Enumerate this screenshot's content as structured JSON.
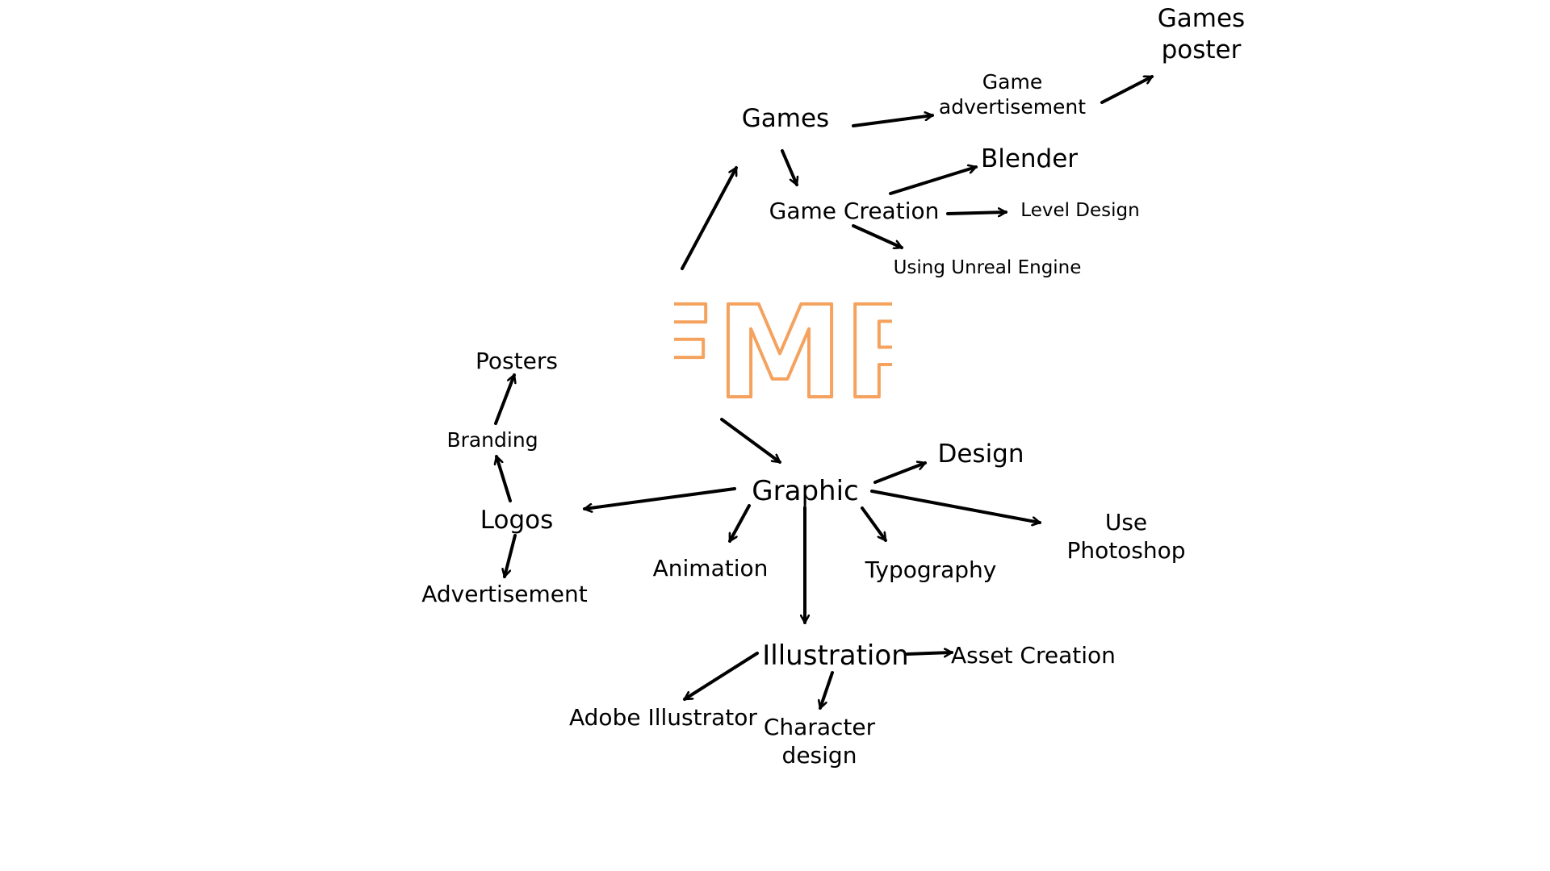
{
  "title": "FMP",
  "accent_color": "#F4A25E",
  "nodes": {
    "games": "Games",
    "game_advertisement": [
      "Game",
      "advertisement"
    ],
    "games_poster": [
      "Games",
      "poster"
    ],
    "blender": "Blender",
    "game_creation": "Game Creation",
    "level_design": "Level Design",
    "unreal_engine": "Using Unreal Engine",
    "posters": "Posters",
    "branding": "Branding",
    "logos": "Logos",
    "advertisement": "Advertisement",
    "graphic": "Graphic",
    "design": "Design",
    "use_photoshop": [
      "Use",
      "Photoshop"
    ],
    "animation": "Animation",
    "typography": "Typography",
    "illustration": "Illustration",
    "asset_creation": "Asset Creation",
    "adobe_illustrator": "Adobe Illustrator",
    "character_design": [
      "Character",
      "design"
    ]
  }
}
